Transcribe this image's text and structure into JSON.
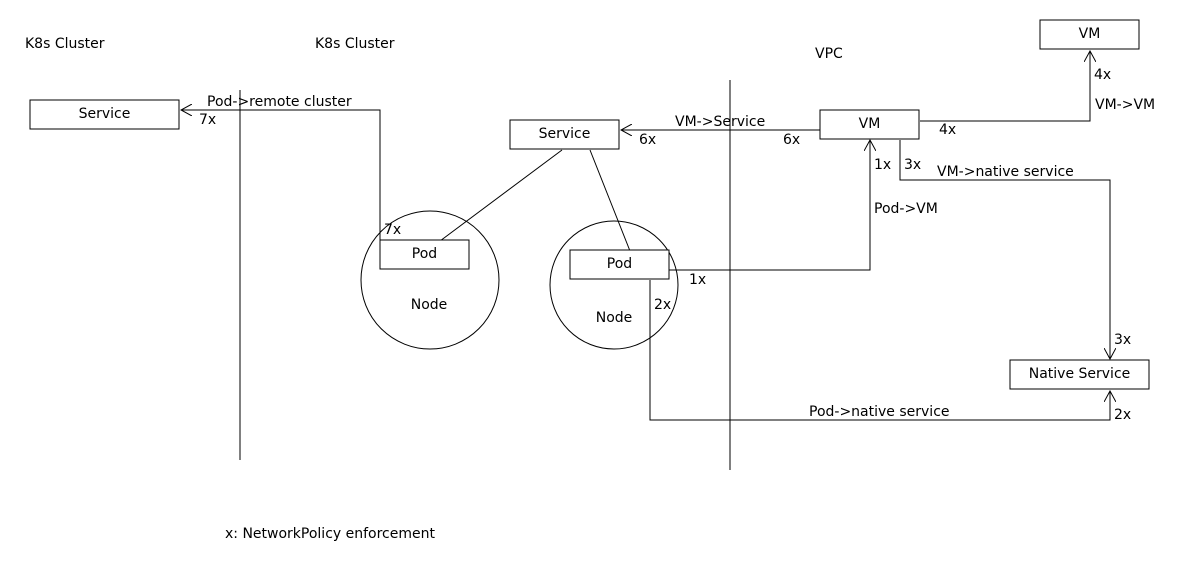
{
  "regions": {
    "k8s_cluster_1": "K8s Cluster",
    "k8s_cluster_2": "K8s Cluster",
    "vpc": "VPC"
  },
  "nodes": {
    "remote_service": "Service",
    "service": "Service",
    "vm_main": "VM",
    "vm_top": "VM",
    "native_service": "Native Service",
    "pod_1": "Pod",
    "pod_2": "Pod",
    "node_1": "Node",
    "node_2": "Node"
  },
  "edges": {
    "pod_remote_cluster": "Pod->remote cluster",
    "vm_service": "VM->Service",
    "vm_vm": "VM->VM",
    "vm_native_service": "VM->native service",
    "pod_vm": "Pod->VM",
    "pod_native_service": "Pod->native service"
  },
  "enforcement_marks": {
    "remote_service_in": "7x",
    "pod1_out": "7x",
    "service_in": "6x",
    "vm_out_service": "6x",
    "vm_top_in": "4x",
    "vm_out_vm": "4x",
    "vm_in_pod": "1x",
    "pod2_out_vm": "1x",
    "vm_out_native": "3x",
    "native_in_vm": "3x",
    "pod2_out_native": "2x",
    "native_in_pod": "2x"
  },
  "legend": "x: NetworkPolicy enforcement",
  "colors": {
    "stroke": "#000000",
    "background": "#ffffff"
  }
}
